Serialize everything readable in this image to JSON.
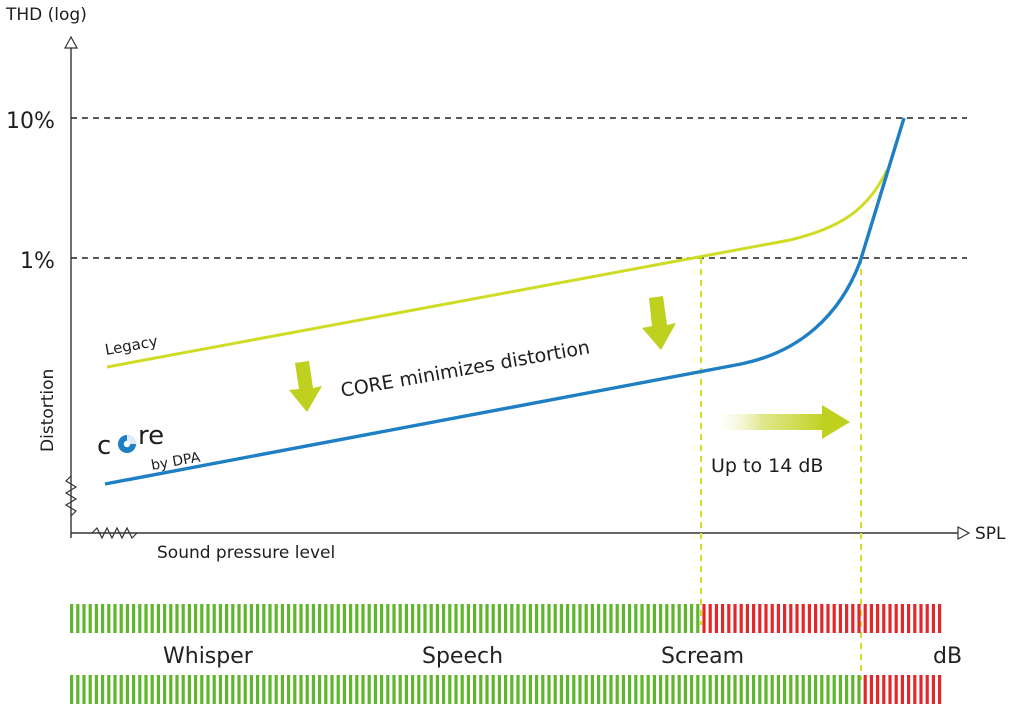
{
  "y_axis_title": "THD (log)",
  "x_axis_title": "SPL",
  "y_axis_side_label": "Distortion",
  "x_axis_side_label": "Sound pressure level",
  "levels": [
    {
      "label": "10%"
    },
    {
      "label": "1%"
    }
  ],
  "curves": {
    "legacy_label": "Legacy",
    "core_logo_text": "core",
    "core_logo_by": "by DPA"
  },
  "callouts": {
    "minimizes": "CORE minimizes distortion",
    "gain": "Up to 14 dB"
  },
  "band_labels": [
    "Whisper",
    "Speech",
    "Scream",
    "dB"
  ],
  "meters": {
    "top": {
      "green_fraction": 0.72
    },
    "bottom": {
      "green_fraction": 0.902
    }
  },
  "colors": {
    "legacy": "#cfdc26",
    "core": "#1f7fc4",
    "arrow": "#bfd01e",
    "meter_green": "#5fb52c",
    "meter_red": "#e3282b",
    "axis": "#333333",
    "guide_dash": "#d6dc2a"
  }
}
